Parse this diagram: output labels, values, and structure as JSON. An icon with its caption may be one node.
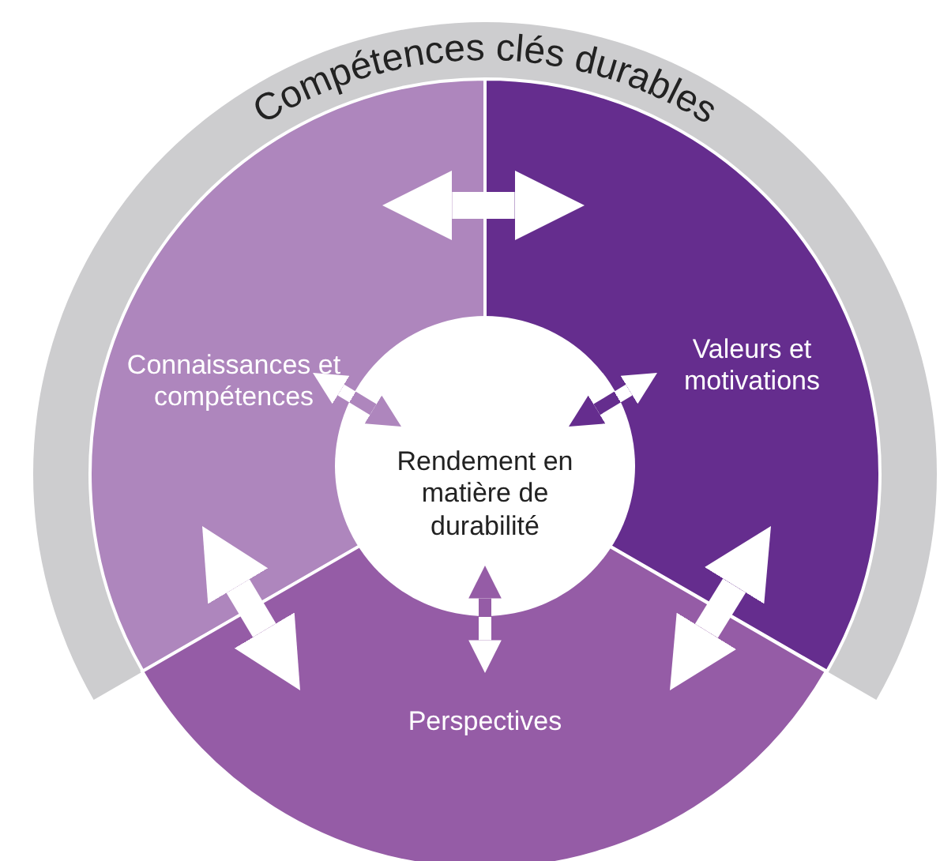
{
  "diagram": {
    "nodes": [
      {
        "text": [
          "Compétences clés durables"
        ]
      },
      {
        "text": [
          "Connaissances et compétences"
        ]
      },
      {
        "text": [
          "Valeurs et motivations"
        ]
      },
      {
        "text": [
          "Rendement en matière de durabilité"
        ]
      },
      {
        "text": [
          "Perspectives"
        ]
      }
    ],
    "edges": [
      {
        "from": 1,
        "to": 2,
        "arrow": "both"
      },
      {
        "from": 1,
        "to": 3,
        "arrow": "both",
        "color": "#ae86bd"
      },
      {
        "from": 2,
        "to": 3,
        "arrow": "both",
        "color": "#652d8e"
      },
      {
        "from": 1,
        "to": 4,
        "arrow": "both"
      },
      {
        "from": 2,
        "to": 4,
        "arrow": "both"
      },
      {
        "from": 3,
        "to": 4,
        "arrow": "both",
        "color": "#955ca6"
      }
    ]
  }
}
